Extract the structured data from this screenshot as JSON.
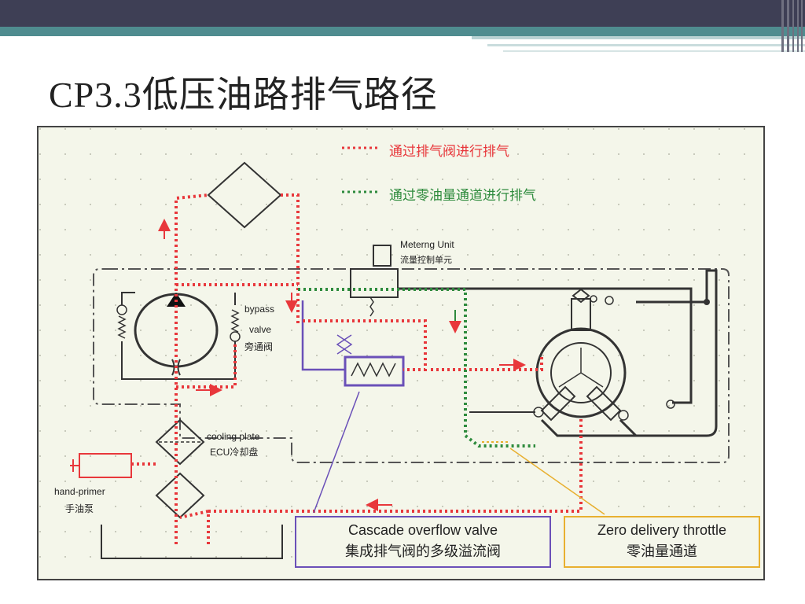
{
  "slide": {
    "title": "CP3.3低压油路排气路径"
  },
  "legend": [
    {
      "text": "通过排气阀进行排气",
      "color": "#e8373b"
    },
    {
      "text": "通过零油量通道进行排气",
      "color": "#2e8b3d"
    }
  ],
  "labels": {
    "metering_unit_en": "Meterng Unit",
    "metering_unit_cn": "流量控制单元",
    "bypass_valve_en1": "bypass",
    "bypass_valve_en2": "valve",
    "bypass_valve_cn": "旁通阀",
    "cooling_plate_en": "cooling plate",
    "cooling_plate_cn": "ECU冷却盘",
    "hand_primer_en": "hand-primer",
    "hand_primer_cn": "手油泵"
  },
  "callouts": {
    "cascade_en": "Cascade overflow valve",
    "cascade_cn": "集成排气阀的多级溢流阀",
    "cascade_border": "#6a50b8",
    "zero_en": "Zero delivery throttle",
    "zero_cn": "零油量通道",
    "zero_border": "#e8b030"
  },
  "colors": {
    "red_path": "#e8373b",
    "green_path": "#2e8b3d",
    "purple_line": "#6a50b8",
    "dark_line": "#333333"
  }
}
